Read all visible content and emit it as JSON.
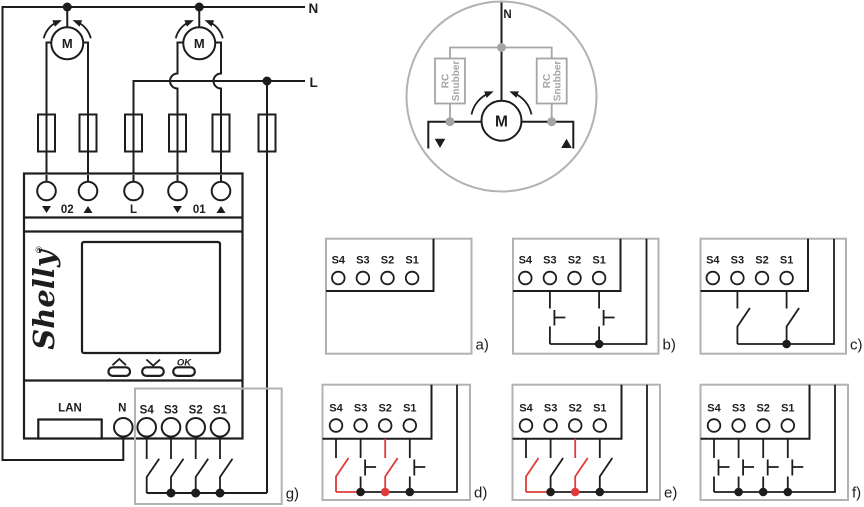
{
  "labels": {
    "n_top": "N",
    "l_top": "L",
    "motor": "M",
    "o2": "02",
    "o1": "01",
    "l_terminal": "L",
    "lan": "LAN",
    "n_terminal": "N",
    "ok": "OK",
    "shelly": "Shelly",
    "registered": "®",
    "rc": "RC",
    "snubber": "Snubber",
    "n_circle": "N"
  },
  "terminals": [
    "S4",
    "S3",
    "S2",
    "S1"
  ],
  "panels": {
    "a": "a)",
    "b": "b)",
    "c": "c)",
    "d": "d)",
    "e": "e)",
    "f": "f)",
    "g": "g)"
  },
  "colors": {
    "ink": "#1d1d1b",
    "red": "#df3b3a",
    "gray": "#b2b2b2",
    "gray2": "#a5a5a5"
  }
}
